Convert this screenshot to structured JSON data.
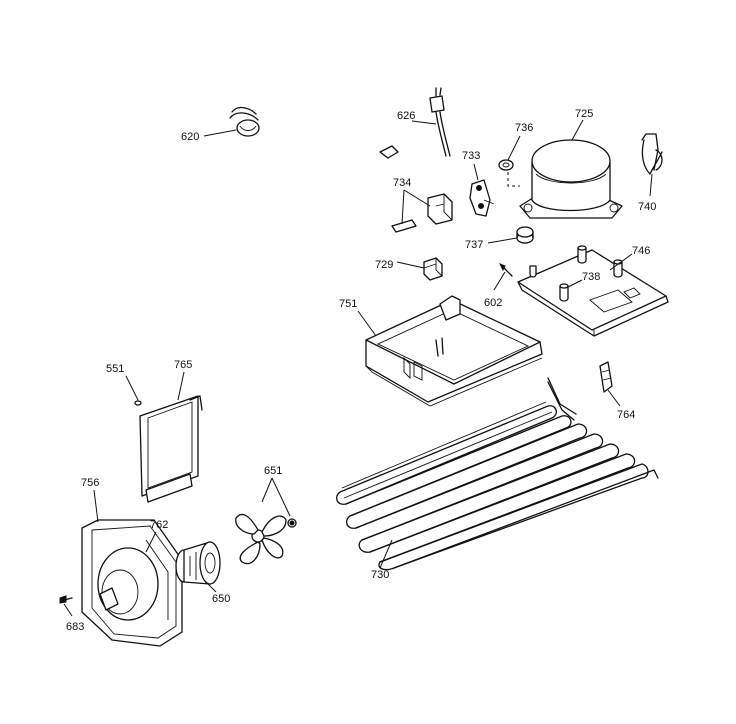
{
  "callouts": {
    "c620": "620",
    "c626": "626",
    "c736": "736",
    "c725": "725",
    "c733": "733",
    "c734": "734",
    "c740": "740",
    "c737": "737",
    "c746": "746",
    "c729": "729",
    "c738": "738",
    "c602": "602",
    "c751": "751",
    "c551": "551",
    "c765": "765",
    "c764": "764",
    "c651": "651",
    "c756": "756",
    "c762": "762",
    "c730": "730",
    "c650": "650",
    "c683": "683"
  }
}
